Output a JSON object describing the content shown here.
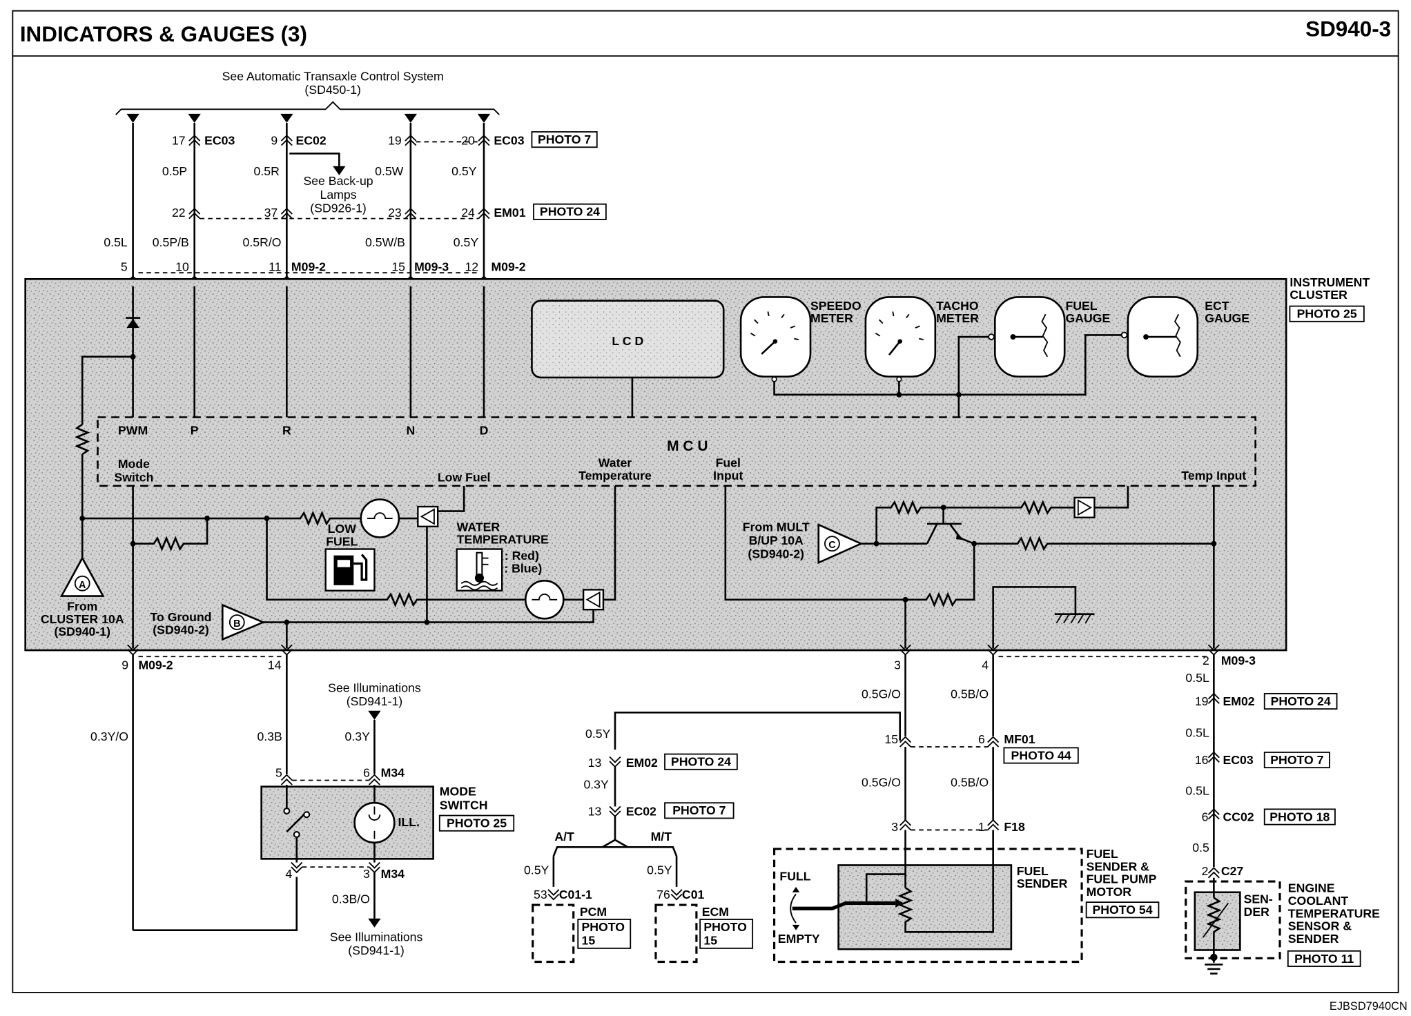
{
  "header": {
    "title": "INDICATORS & GAUGES (3)",
    "code": "SD940-3"
  },
  "footer": {
    "code": "EJBSD7940CN"
  },
  "notes": {
    "atcs": "See Automatic Transaxle Control System",
    "atcs_ref": "(SD450-1)",
    "backup_1": "See Back-up",
    "backup_2": "Lamps",
    "backup_3": "(SD926-1)",
    "illum_top": "See Illuminations",
    "illum_top_ref": "(SD941-1)",
    "illum_bot": "See Illuminations",
    "illum_bot_ref": "(SD941-1)"
  },
  "top_pins": [
    {
      "pin": "17",
      "connector": "EC03",
      "wire": "0.5P",
      "pin2": "22",
      "wire2": "0.5P/B",
      "pin3": "10"
    },
    {
      "pin": "9",
      "connector": "EC02",
      "wire": "0.5R",
      "pin2": "37",
      "wire2": "0.5R/O",
      "pin3": "11",
      "conn3": "M09-2"
    },
    {
      "pin": "19",
      "connector": "",
      "wire": "0.5W",
      "pin2": "23",
      "wire2": "0.5W/B",
      "pin3": "15",
      "conn3": "M09-3"
    },
    {
      "pin": "20",
      "connector": "EC03",
      "photo": "PHOTO 7",
      "wire": "0.5Y",
      "pin2": "24",
      "conn2": "EM01",
      "photo2": "PHOTO 24",
      "wire2": "0.5Y",
      "pin3": "12",
      "conn3": "M09-2"
    }
  ],
  "pwm_wire": {
    "wire": "0.5L",
    "pin": "5"
  },
  "cluster": {
    "name_1": "INSTRUMENT",
    "name_2": "CLUSTER",
    "photo": "PHOTO 25",
    "lcd": "L C D",
    "mcu": "M C U",
    "mcu_labels": [
      "PWM",
      "P",
      "R",
      "N",
      "D"
    ],
    "mode_switch_1": "Mode",
    "mode_switch_2": "Switch",
    "low_fuel_in": "Low Fuel",
    "water_temp_1": "Water",
    "water_temp_2": "Temperature",
    "fuel_input_1": "Fuel",
    "fuel_input_2": "Input",
    "temp_input": "Temp Input",
    "gauges": [
      {
        "line1": "SPEEDO",
        "line2": "METER"
      },
      {
        "line1": "TACHO",
        "line2": "METER"
      },
      {
        "line1": "FUEL",
        "line2": "GAUGE"
      },
      {
        "line1": "ECT",
        "line2": "GAUGE"
      }
    ],
    "low_fuel_1": "LOW",
    "low_fuel_2": "FUEL",
    "water_1": "WATER",
    "water_2": "TEMPERATURE",
    "water_3": "(Hi : Red)",
    "water_4": "(Lo : Blue)",
    "from_cluster_1": "From",
    "from_cluster_2": "CLUSTER 10A",
    "from_cluster_3": "(SD940-1)",
    "ground_1": "To Ground",
    "ground_2": "(SD940-2)",
    "mult_1": "From MULT",
    "mult_2": "B/UP 10A",
    "mult_3": "(SD940-2)",
    "tri_a": "A",
    "tri_b": "B",
    "tri_c": "C"
  },
  "bottom_left": {
    "pin9": "9",
    "m092": "M09-2",
    "wire_left": "0.3Y/O",
    "pin14": "14",
    "wire_03b": "0.3B",
    "wire_03y": "0.3Y",
    "pin5": "5",
    "pin6": "6",
    "m34": "M34",
    "mode_switch_1": "MODE",
    "mode_switch_2": "SWITCH",
    "mode_photo": "PHOTO 25",
    "ill": "ILL.",
    "pin4": "4",
    "pin3": "3",
    "m34b": "M34",
    "wire_03bo": "0.3B/O"
  },
  "middle": {
    "wire_top": "0.5Y",
    "em02_pin": "13",
    "em02": "EM02",
    "em02_photo": "PHOTO 24",
    "wire_mid": "0.3Y",
    "ec02_pin": "13",
    "ec02": "EC02",
    "ec02_photo": "PHOTO 7",
    "at": "A/T",
    "mt": "M/T",
    "wire_at": "0.5Y",
    "wire_mt": "0.5Y",
    "pcm_pin": "53",
    "pcm_conn": "C01-1",
    "pcm": "PCM",
    "pcm_photo_1": "PHOTO",
    "pcm_photo_2": "15",
    "ecm_pin": "76",
    "ecm_conn": "C01",
    "ecm": "ECM",
    "ecm_photo_1": "PHOTO",
    "ecm_photo_2": "15"
  },
  "fuel": {
    "pin3": "3",
    "pin4": "4",
    "wire_go": "0.5G/O",
    "wire_bo": "0.5B/O",
    "mf_pin_l": "15",
    "mf_pin_r": "6",
    "mf01": "MF01",
    "mf_photo": "PHOTO 44",
    "wire_go2": "0.5G/O",
    "wire_bo2": "0.5B/O",
    "f18_pin_l": "3",
    "f18_pin_r": "1",
    "f18": "F18",
    "full": "FULL",
    "empty": "EMPTY",
    "sender_1": "FUEL",
    "sender_2": "SENDER",
    "module_1": "FUEL",
    "module_2": "SENDER &",
    "module_3": "FUEL PUMP",
    "module_4": "MOTOR",
    "module_photo": "PHOTO 54"
  },
  "ect": {
    "pin2": "2",
    "m093": "M09-3",
    "wire1": "0.5L",
    "em02_pin": "19",
    "em02": "EM02",
    "em02_photo": "PHOTO 24",
    "wire2": "0.5L",
    "ec03_pin": "16",
    "ec03": "EC03",
    "ec03_photo": "PHOTO 7",
    "wire3": "0.5L",
    "cc02_pin": "6",
    "cc02": "CC02",
    "cc02_photo": "PHOTO 18",
    "wire4": "0.5",
    "c27_pin": "2",
    "c27": "C27",
    "sender_1": "SEN-",
    "sender_2": "DER",
    "name_1": "ENGINE",
    "name_2": "COOLANT",
    "name_3": "TEMPERATURE",
    "name_4": "SENSOR &",
    "name_5": "SENDER",
    "photo": "PHOTO 11"
  }
}
